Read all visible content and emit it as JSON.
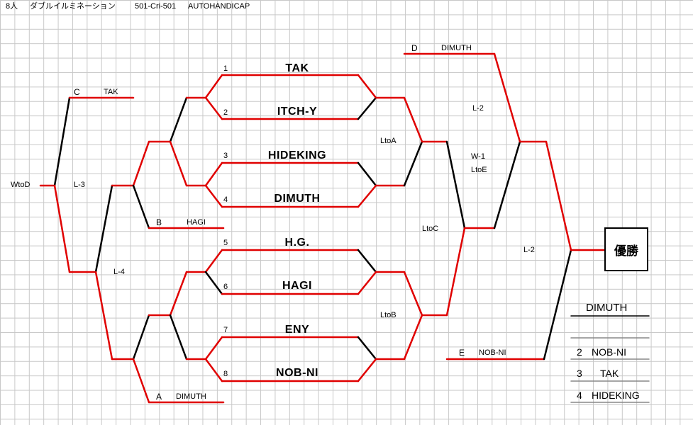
{
  "header": {
    "players": "8人",
    "format": "ダブルイルミネーション",
    "game": "501-Cri-501",
    "handicap": "AUTOHANDICAP"
  },
  "seeds": [
    {
      "num": "1",
      "name": "TAK"
    },
    {
      "num": "2",
      "name": "ITCH-Y"
    },
    {
      "num": "3",
      "name": "HIDEKING"
    },
    {
      "num": "4",
      "name": "DIMUTH"
    },
    {
      "num": "5",
      "name": "H.G."
    },
    {
      "num": "6",
      "name": "HAGI"
    },
    {
      "num": "7",
      "name": "ENY"
    },
    {
      "num": "8",
      "name": "NOB-NI"
    }
  ],
  "slots": {
    "A": {
      "letter": "A",
      "name": "DIMUTH"
    },
    "B": {
      "letter": "B",
      "name": "HAGI"
    },
    "C": {
      "letter": "C",
      "name": "TAK"
    },
    "D": {
      "letter": "D",
      "name": "DIMUTH"
    },
    "E": {
      "letter": "E",
      "name": "NOB-NI"
    }
  },
  "labels": {
    "wtod": "WtoD",
    "l3": "L-3",
    "l4": "L-4",
    "ltoa": "LtoA",
    "ltob": "LtoB",
    "ltoc": "LtoC",
    "l2_top": "L-2",
    "w1": "W-1",
    "ltoe": "LtoE",
    "l2_final": "L-2"
  },
  "champion": {
    "box_label": "優勝",
    "name": "DIMUTH"
  },
  "results": [
    {
      "rank": "2",
      "name": "NOB-NI"
    },
    {
      "rank": "3",
      "name": "TAK"
    },
    {
      "rank": "4",
      "name": "HIDEKING"
    }
  ],
  "colors": {
    "advance": "#e00000",
    "eliminated": "#000000",
    "grid": "#c8c8c8"
  }
}
